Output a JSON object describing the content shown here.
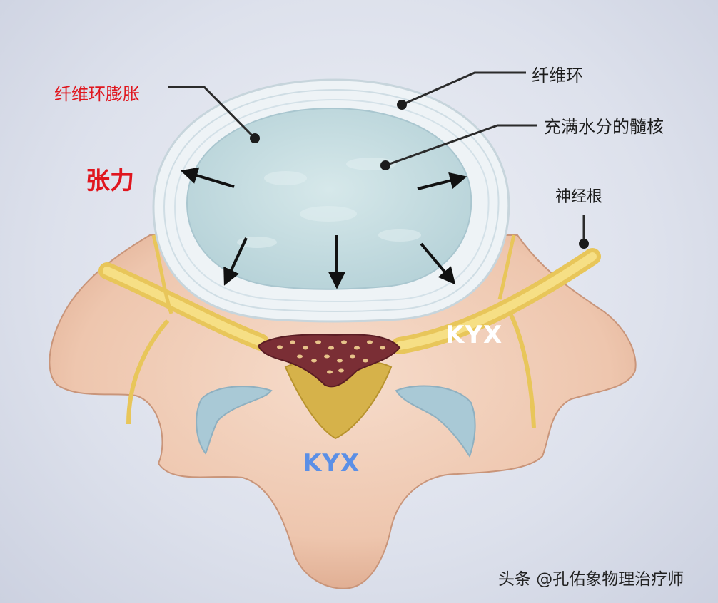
{
  "labels": {
    "fiber_ring": "纤维环",
    "nucleus": "充满水分的髓核",
    "nerve_root": "神经根",
    "ring_bulge": "纤维环膨胀",
    "tension": "张力"
  },
  "watermarks": {
    "mark_1": "KYX",
    "mark_2": "KYX"
  },
  "source": "头条 @孔佑象物理治疗师",
  "colors": {
    "annotation_red": "#e0161e",
    "annotation_dark": "#1c1c1c",
    "bone": "#f1cfb8",
    "nerve": "#f1d66a",
    "disc_ring": "#eef3f6",
    "nucleus": "#c6dde1",
    "watermark_blue": "#5b8fe6"
  }
}
